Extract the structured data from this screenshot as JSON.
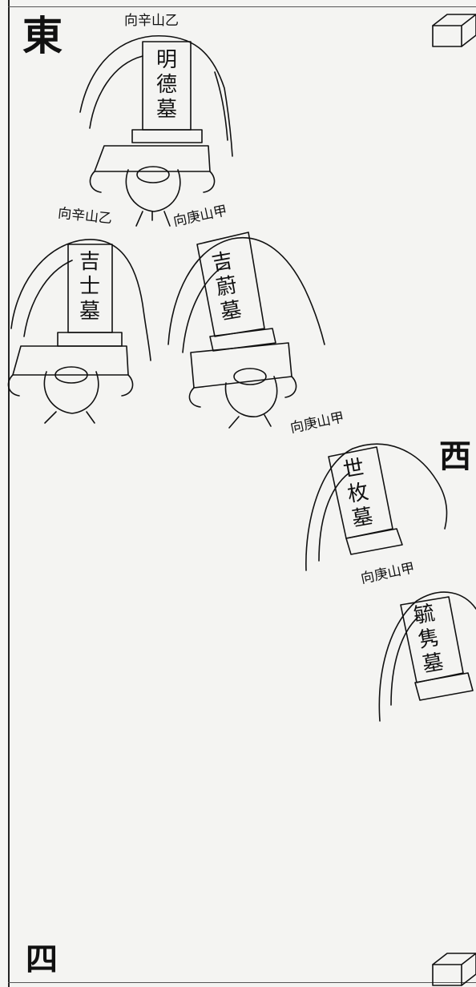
{
  "directions": {
    "top_left": "東",
    "right": "西",
    "bottom_left": "四"
  },
  "graves": [
    {
      "id": "mingde",
      "orientation": "向辛山乙",
      "inscription": "明德墓"
    },
    {
      "id": "jishi",
      "orientation": "向辛山乙",
      "inscription": "吉士墓"
    },
    {
      "id": "jiyu",
      "orientation": "向庚山甲",
      "inscription": "吉蔚墓"
    },
    {
      "id": "shimei",
      "orientation": "向庚山甲",
      "inscription": "世枚墓"
    },
    {
      "id": "yuying",
      "orientation": "向庚山甲",
      "inscription": "毓隽墓"
    }
  ]
}
